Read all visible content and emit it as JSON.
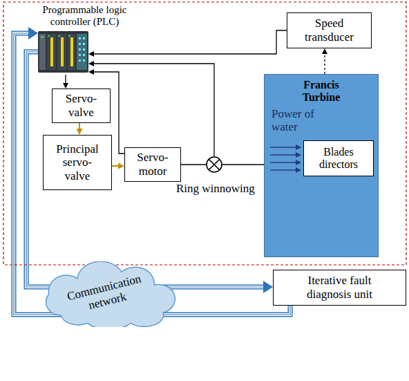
{
  "diagram": {
    "nodes": [
      {
        "text": [
          "Programmable logic controller (PLC)"
        ]
      },
      {
        "text": [
          "Speed transducer"
        ]
      },
      {
        "text": [
          "Servo-valve"
        ]
      },
      {
        "text": [
          "Principal servo-valve"
        ]
      },
      {
        "text": [
          "Servo-motor"
        ]
      },
      {
        "text": [
          "Francis Turbine",
          "Power of water"
        ]
      },
      {
        "text": [
          "Blades directors"
        ],
        "in": 5
      },
      {
        "text": [
          "Communication network"
        ]
      },
      {
        "text": [
          "Iterative fault diagnosis unit"
        ]
      }
    ],
    "edges": [
      {
        "from": 5,
        "to": 1,
        "arrow": "to"
      },
      {
        "from": 1,
        "to": 0,
        "arrow": "to"
      },
      {
        "from": 4,
        "to": 0,
        "arrow": "to"
      },
      {
        "from": 0,
        "to": 2,
        "arrow": "to"
      },
      {
        "from": 2,
        "to": 3,
        "arrow": "to"
      },
      {
        "from": 3,
        "to": 4,
        "arrow": "to"
      },
      {
        "from": 4,
        "to": 5,
        "arrow": "none"
      },
      {
        "from": 0,
        "to": 8,
        "arrow": "to"
      },
      {
        "from": 8,
        "to": 0,
        "arrow": "to"
      }
    ],
    "labels": [
      "Ring winnowing"
    ]
  }
}
